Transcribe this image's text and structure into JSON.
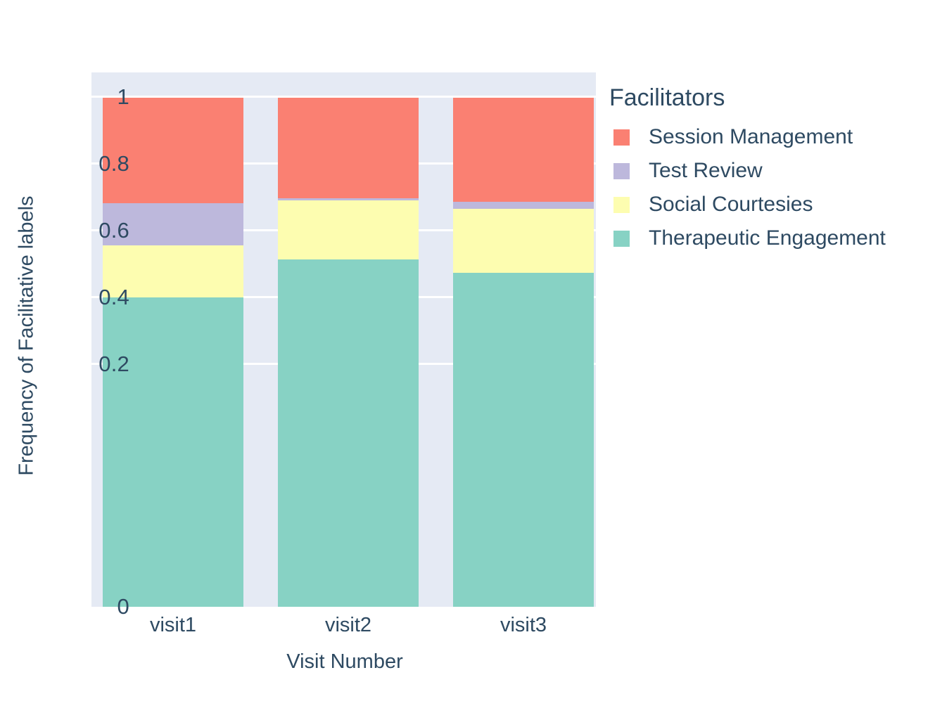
{
  "chart_data": {
    "type": "bar",
    "subtype": "stacked-bar-normalized",
    "title": "",
    "xlabel": "Visit Number",
    "ylabel": "Frequency of Facilitative labels",
    "categories": [
      "visit1",
      "visit2",
      "visit3"
    ],
    "ylim": [
      0,
      1
    ],
    "yticks": [
      "0",
      "0.2",
      "0.4",
      "0.6",
      "0.8",
      "1"
    ],
    "ytick_values": [
      0,
      0.2,
      0.4,
      0.6,
      0.8,
      1
    ],
    "grid": true,
    "legend_position": "right",
    "legend_title": "Facilitators",
    "stack_order_bottom_to_top": [
      "Therapeutic Engagement",
      "Social Courtesies",
      "Test Review",
      "Session Management"
    ],
    "series": [
      {
        "name": "Session Management",
        "color": "#fa8072",
        "values": [
          0.207,
          0.198,
          0.204
        ],
        "cumulative_top": [
          1.0,
          1.0,
          1.0
        ]
      },
      {
        "name": "Test Review",
        "color": "#bdb8dc",
        "values": [
          0.083,
          0.003,
          0.014
        ],
        "cumulative_top": [
          0.793,
          0.802,
          0.796
        ]
      },
      {
        "name": "Social Courtesies",
        "color": "#fdfdb0",
        "values": [
          0.102,
          0.117,
          0.126
        ],
        "cumulative_top": [
          0.71,
          0.799,
          0.782
        ]
      },
      {
        "name": "Therapeutic Engagement",
        "color": "#87d2c4",
        "values": [
          0.608,
          0.682,
          0.656
        ],
        "cumulative_top": [
          0.608,
          0.682,
          0.656
        ]
      }
    ],
    "plot_background": "#e5eaf4",
    "figure_background": "#ffffff",
    "text_color": "#2e4a62"
  },
  "axis": {
    "ylabel": "Frequency of Facilitative labels",
    "xlabel": "Visit Number",
    "yticks": [
      {
        "label": "1"
      },
      {
        "label": "0.8"
      },
      {
        "label": "0.6"
      },
      {
        "label": "0.4"
      },
      {
        "label": "0.2"
      },
      {
        "label": "0"
      }
    ],
    "xticks": [
      {
        "label": "visit1"
      },
      {
        "label": "visit2"
      },
      {
        "label": "visit3"
      }
    ]
  },
  "legend": {
    "title": "Facilitators",
    "items": [
      {
        "label": "Session Management",
        "color": "#fa8072"
      },
      {
        "label": "Test Review",
        "color": "#bdb8dc"
      },
      {
        "label": "Social Courtesies",
        "color": "#fdfdb0"
      },
      {
        "label": "Therapeutic Engagement",
        "color": "#87d2c4"
      }
    ]
  }
}
